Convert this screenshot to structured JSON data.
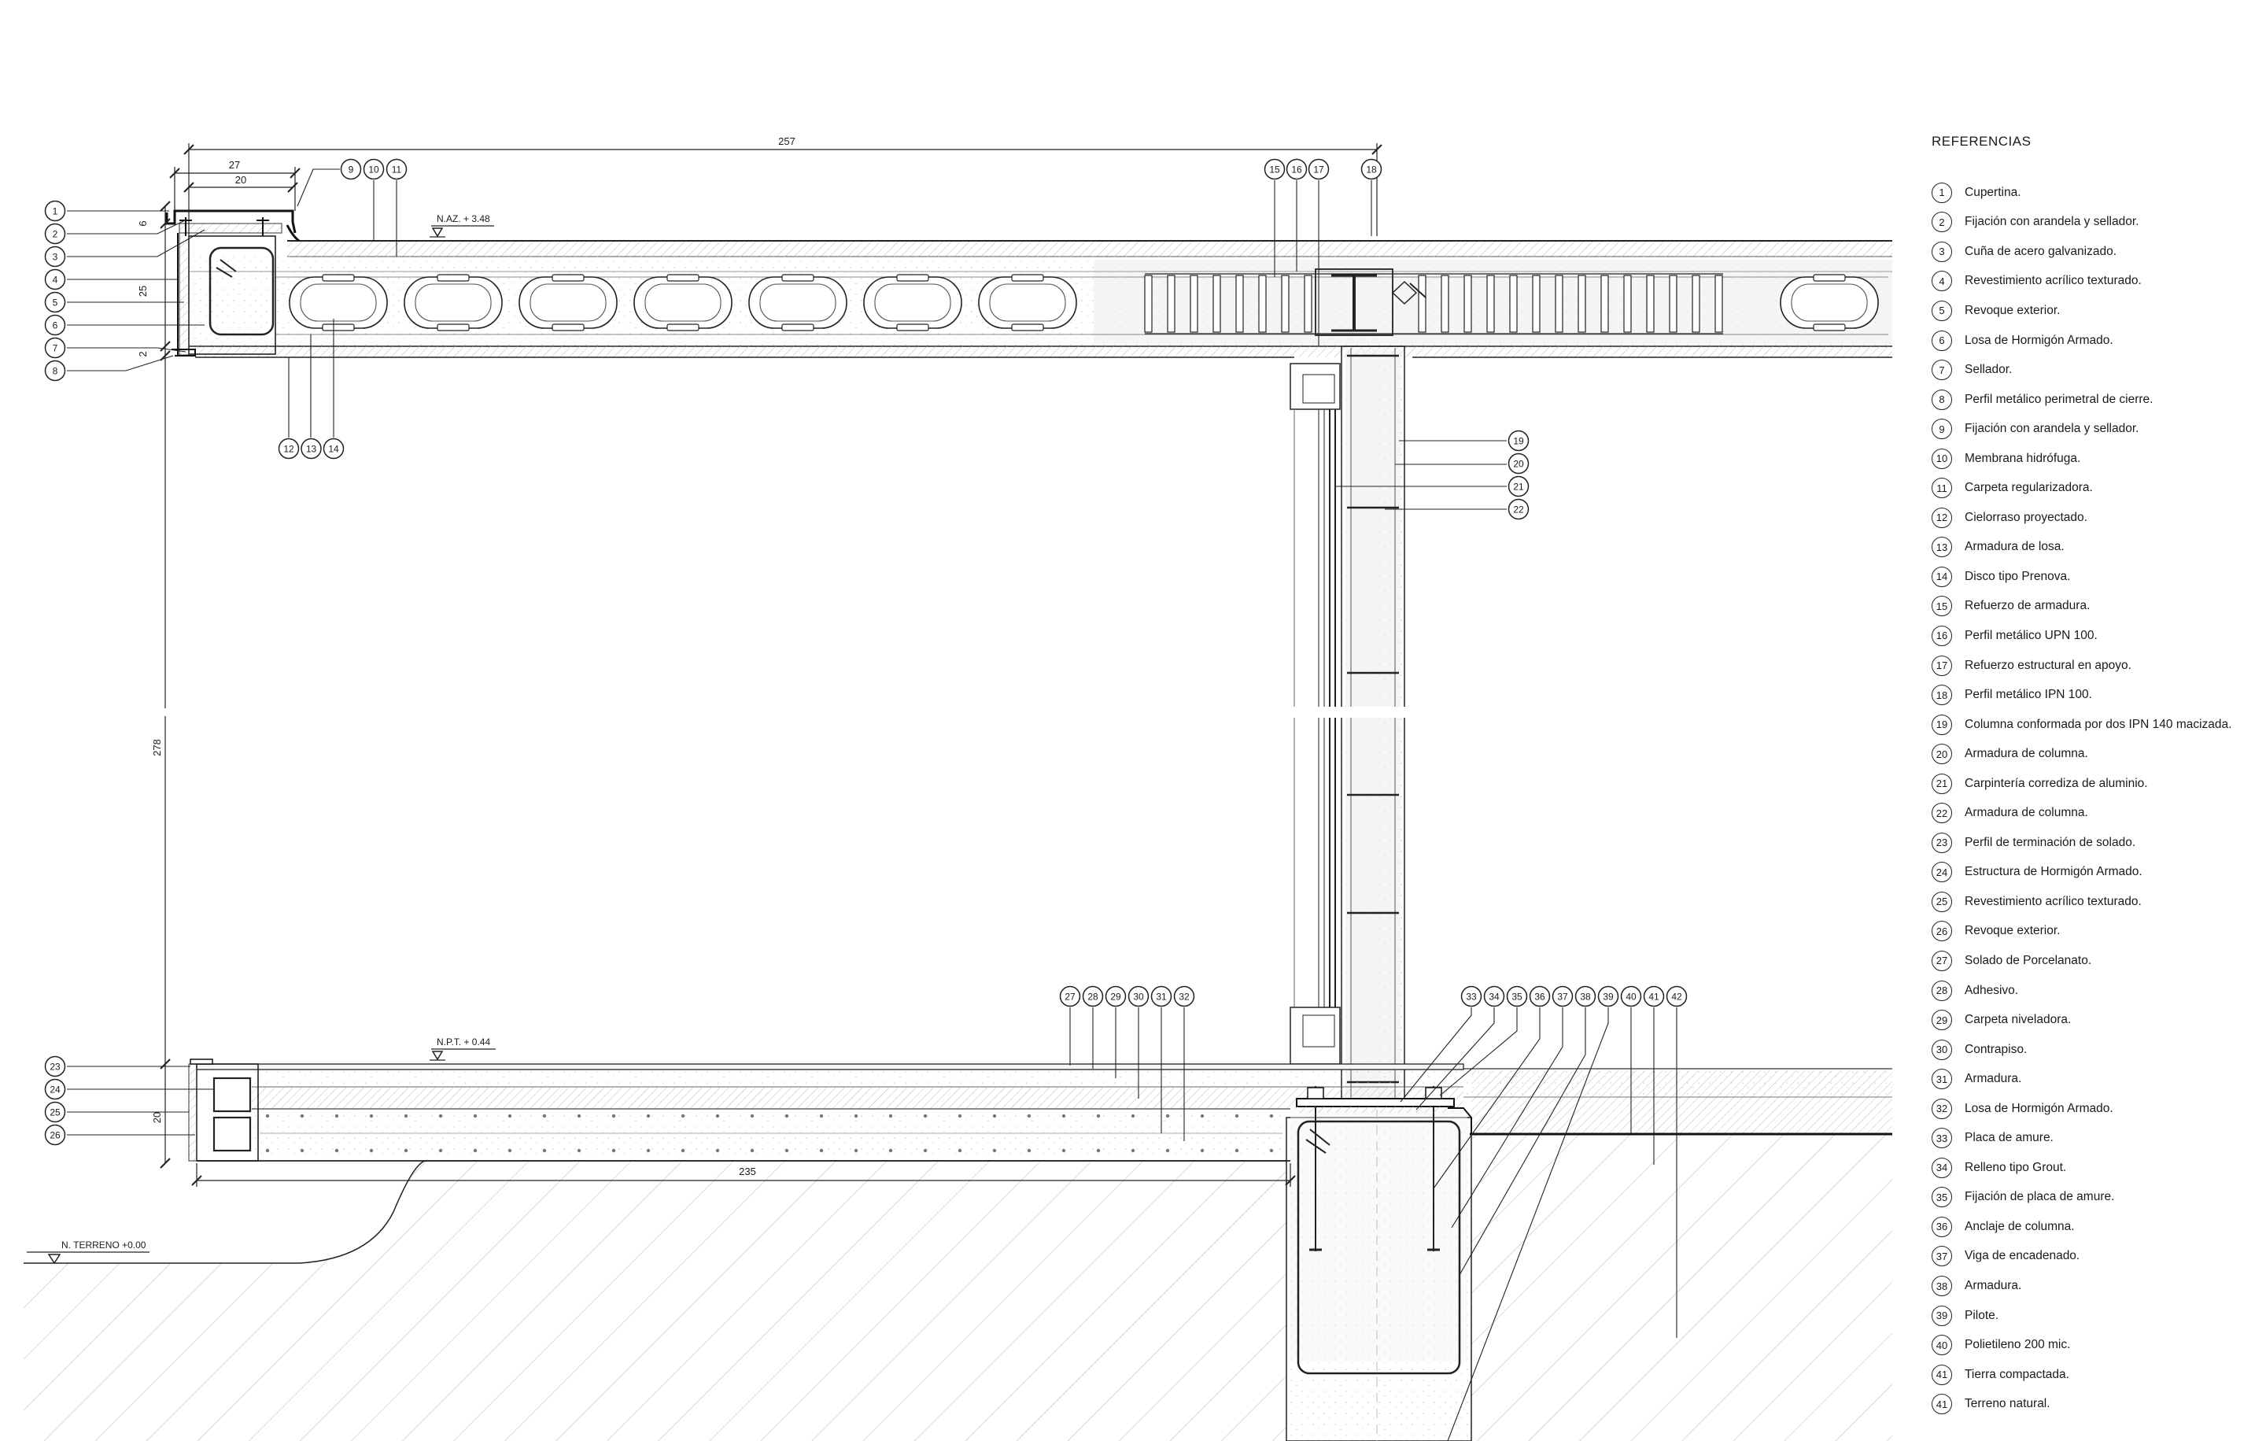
{
  "drawing": {
    "dimensions": {
      "top_total": "257",
      "cupertina_outer": "27",
      "cupertina_inner": "20",
      "small_6": "6",
      "slab_25": "25",
      "small_2": "2",
      "wall_height": "278",
      "floor_20": "20",
      "floor_235": "235"
    },
    "levels": {
      "roof": "N.AZ. + 3.48",
      "floor": "N.P.T. + 0.44",
      "ground": "N. TERRENO +0.00"
    },
    "callouts": {
      "roof_left": [
        "1",
        "2",
        "3",
        "4",
        "5",
        "6",
        "7",
        "8"
      ],
      "roof_top_left": [
        "9",
        "10",
        "11"
      ],
      "roof_bottom": [
        "12",
        "13",
        "14"
      ],
      "roof_top_right": [
        "15",
        "16",
        "17",
        "18"
      ],
      "column_right": [
        "19",
        "20",
        "21",
        "22"
      ],
      "floor_left": [
        "23",
        "24",
        "25",
        "26"
      ],
      "floor_top": [
        "27",
        "28",
        "29",
        "30",
        "31",
        "32"
      ],
      "foundation_top": [
        "33",
        "34",
        "35",
        "36",
        "37",
        "38",
        "39",
        "40",
        "41",
        "42"
      ]
    }
  },
  "legend": {
    "title": "REFERENCIAS",
    "items": [
      {
        "num": "1",
        "text": "Cupertina."
      },
      {
        "num": "2",
        "text": "Fijación con arandela y sellador."
      },
      {
        "num": "3",
        "text": "Cuña de acero galvanizado."
      },
      {
        "num": "4",
        "text": "Revestimiento acrílico texturado."
      },
      {
        "num": "5",
        "text": "Revoque exterior."
      },
      {
        "num": "6",
        "text": "Losa de Hormigón Armado."
      },
      {
        "num": "7",
        "text": "Sellador."
      },
      {
        "num": "8",
        "text": "Perfil metálico perimetral de cierre."
      },
      {
        "num": "9",
        "text": "Fijación con arandela y sellador."
      },
      {
        "num": "10",
        "text": "Membrana hidrófuga."
      },
      {
        "num": "11",
        "text": "Carpeta regularizadora."
      },
      {
        "num": "12",
        "text": "Cielorraso proyectado."
      },
      {
        "num": "13",
        "text": "Armadura de losa."
      },
      {
        "num": "14",
        "text": "Disco tipo Prenova."
      },
      {
        "num": "15",
        "text": "Refuerzo de armadura."
      },
      {
        "num": "16",
        "text": "Perfil metálico UPN 100."
      },
      {
        "num": "17",
        "text": "Refuerzo estructural en apoyo."
      },
      {
        "num": "18",
        "text": "Perfil metálico IPN 100."
      },
      {
        "num": "19",
        "text": "Columna conformada por dos IPN 140 macizada."
      },
      {
        "num": "20",
        "text": "Armadura de columna."
      },
      {
        "num": "21",
        "text": "Carpintería corrediza de aluminio."
      },
      {
        "num": "22",
        "text": "Armadura de columna."
      },
      {
        "num": "23",
        "text": "Perfil de terminación de solado."
      },
      {
        "num": "24",
        "text": "Estructura de Hormigón Armado."
      },
      {
        "num": "25",
        "text": "Revestimiento acrílico texturado."
      },
      {
        "num": "26",
        "text": "Revoque exterior."
      },
      {
        "num": "27",
        "text": "Solado de Porcelanato."
      },
      {
        "num": "28",
        "text": "Adhesivo."
      },
      {
        "num": "29",
        "text": "Carpeta niveladora."
      },
      {
        "num": "30",
        "text": "Contrapiso."
      },
      {
        "num": "31",
        "text": "Armadura."
      },
      {
        "num": "32",
        "text": "Losa de Hormigón Armado."
      },
      {
        "num": "33",
        "text": "Placa de amure."
      },
      {
        "num": "34",
        "text": "Relleno tipo Grout."
      },
      {
        "num": "35",
        "text": "Fijación de placa de amure."
      },
      {
        "num": "36",
        "text": "Anclaje de columna."
      },
      {
        "num": "37",
        "text": "Viga de encadenado."
      },
      {
        "num": "38",
        "text": "Armadura."
      },
      {
        "num": "39",
        "text": "Pilote."
      },
      {
        "num": "40",
        "text": "Polietileno 200 mic."
      },
      {
        "num": "41",
        "text": "Tierra compactada."
      },
      {
        "num": "41",
        "text": "Terreno natural."
      }
    ]
  }
}
